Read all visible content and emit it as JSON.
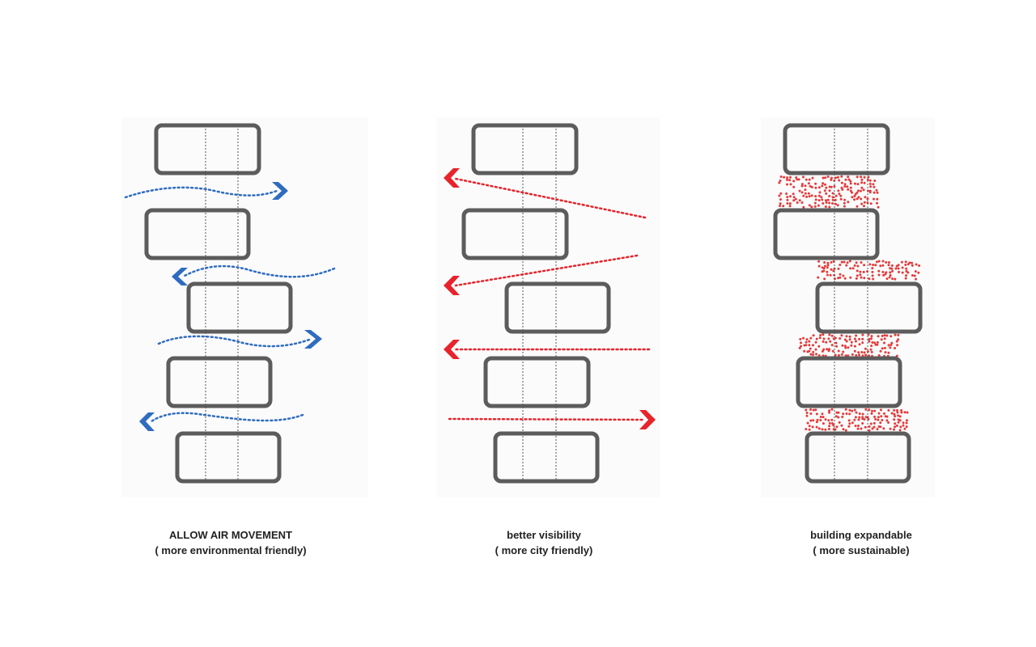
{
  "panels": [
    {
      "id": "air",
      "title": "ALLOW AIR MOVEMENT",
      "subtitle": "( more environmental friendly)"
    },
    {
      "id": "visibility",
      "title": "better visibility",
      "subtitle": "( more city friendly)"
    },
    {
      "id": "expandable",
      "title": "building expandable",
      "subtitle": "( more sustainable)"
    }
  ],
  "colors": {
    "block_stroke": "#5c5c5c",
    "axis_line": "#555555",
    "air_arrow": "#2f6cc0",
    "view_arrow": "#e8232b",
    "expansion_fill": "#e53a3a",
    "panel_background": "#fbfbfb",
    "text": "#222222"
  },
  "icons": {
    "air_arrow": "chevron-arrow-icon",
    "view_arrow": "chevron-arrow-icon"
  }
}
